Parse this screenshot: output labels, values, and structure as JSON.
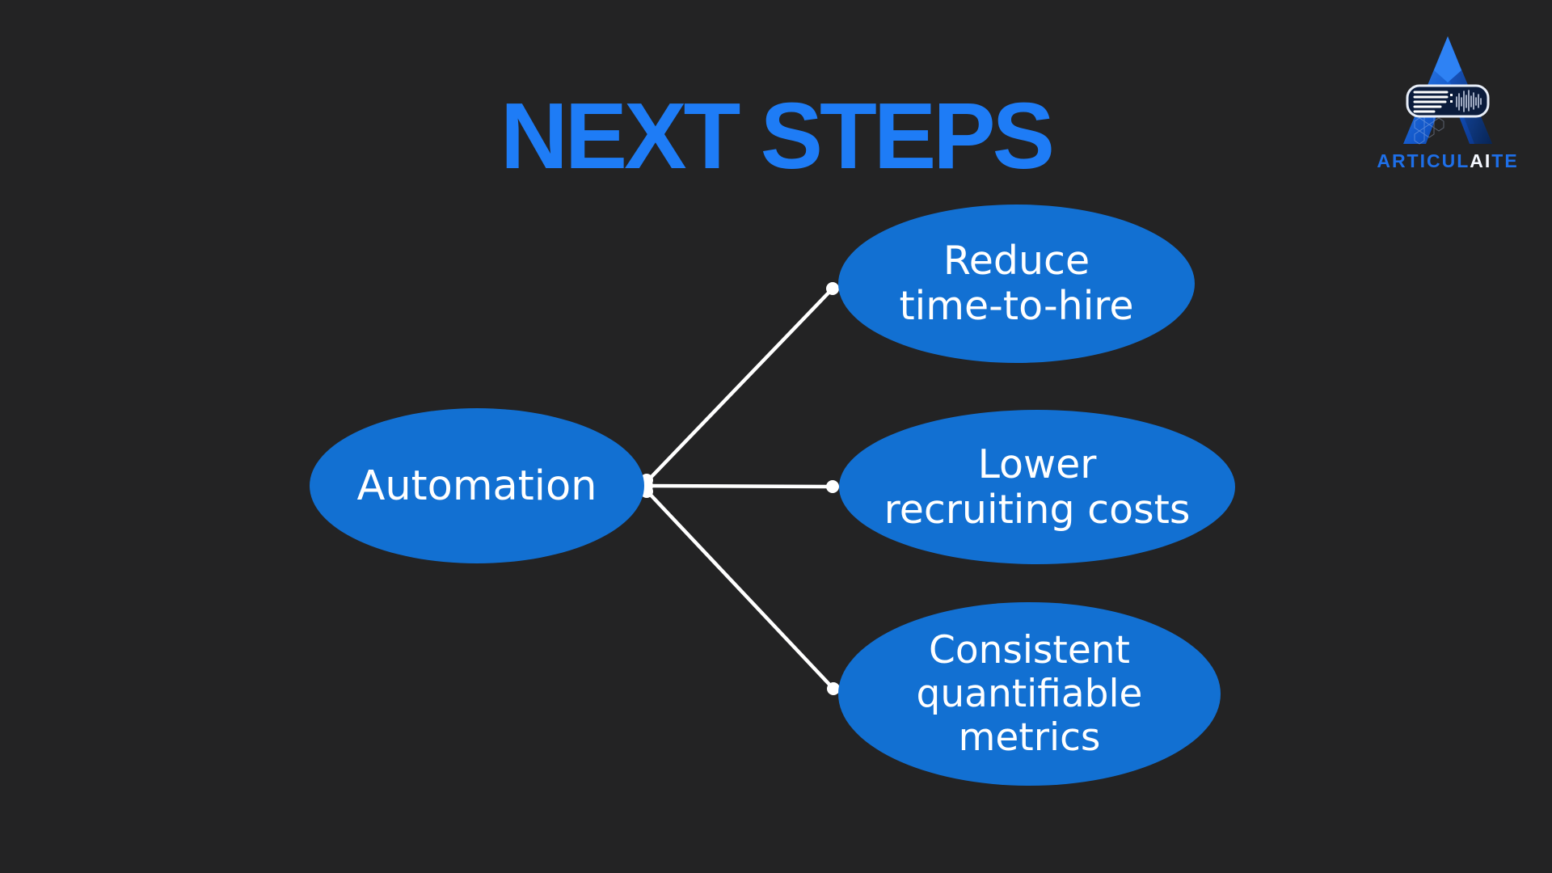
{
  "title": "NEXT STEPS",
  "logo": {
    "brand_prefix": "ARTICUL",
    "brand_ai": "AI",
    "brand_suffix": "TE"
  },
  "diagram": {
    "root": {
      "label": "Automation"
    },
    "children": [
      {
        "label": "Reduce time-to-hire",
        "lines": [
          "Reduce",
          "time-to-hire"
        ]
      },
      {
        "label": "Lower recruiting costs",
        "lines": [
          "Lower",
          "recruiting costs"
        ]
      },
      {
        "label": "Consistent quantifiable metrics",
        "lines": [
          "Consistent",
          "quantifiable",
          "metrics"
        ]
      }
    ]
  },
  "colors": {
    "background": "#232324",
    "title-blue": "#1e7cf6",
    "node-blue": "#1270d2",
    "node-text": "#ffffff",
    "connector": "#ffffff",
    "logo-blue": "#1e6fe8",
    "logo-white": "#f5f8ff"
  }
}
